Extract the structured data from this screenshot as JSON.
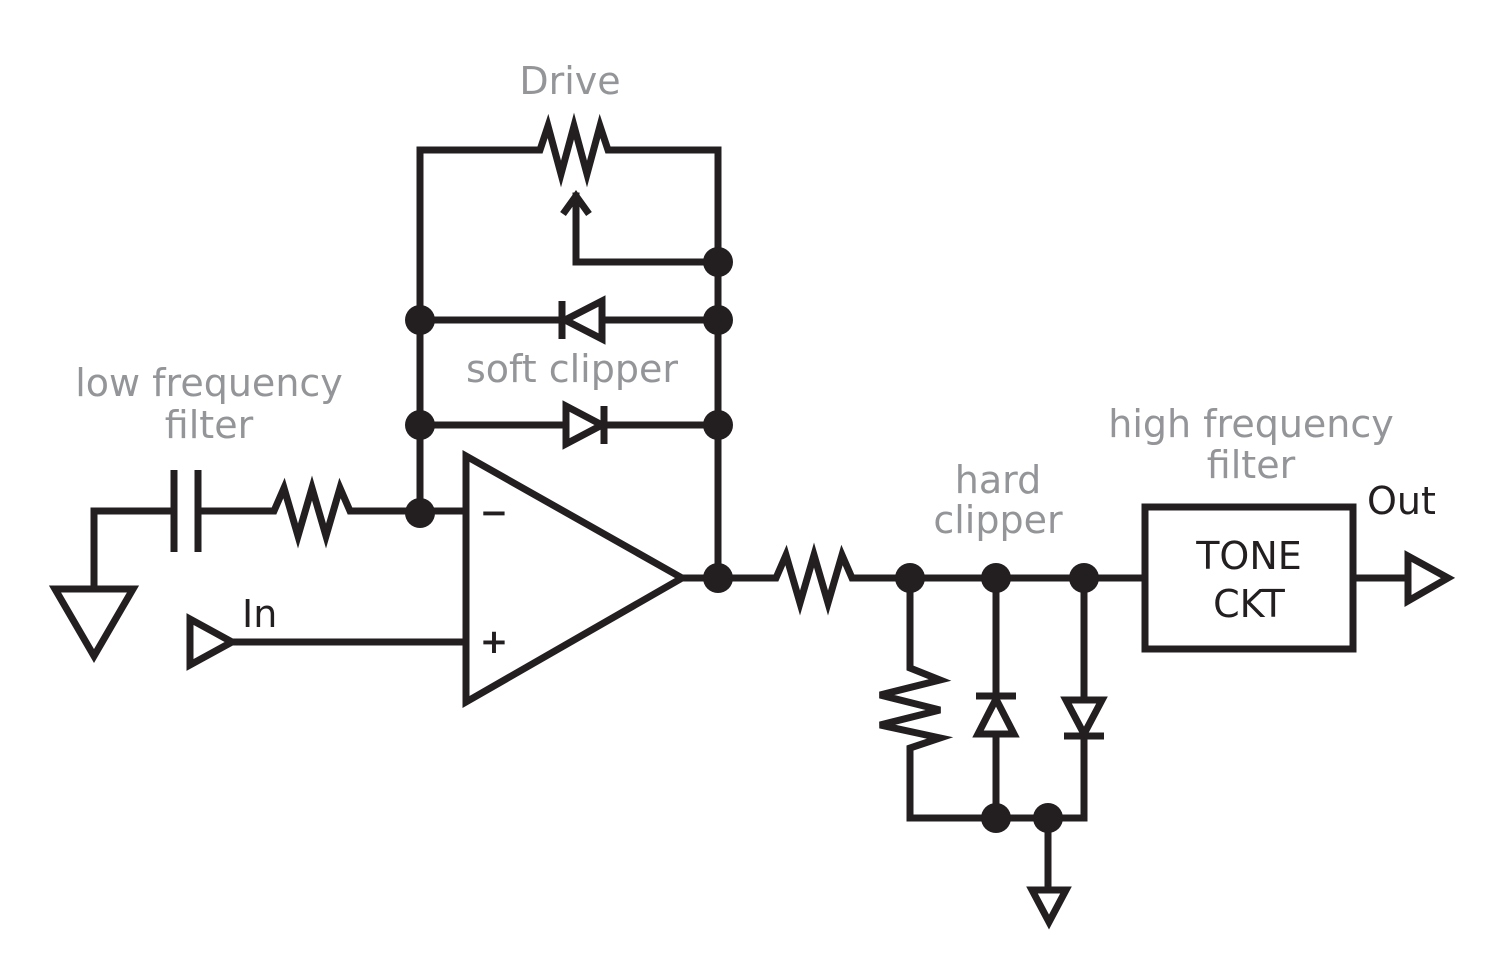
{
  "labels": {
    "drive": "Drive",
    "soft_clipper": "soft clipper",
    "low_filter_line1": "low frequency",
    "low_filter_line2": "filter",
    "high_filter_line1": "high frequency",
    "high_filter_line2": "filter",
    "hard_clipper_line1": "hard",
    "hard_clipper_line2": "clipper",
    "input": "In",
    "output": "Out",
    "tone_line1": "TONE",
    "tone_line2": "CKT",
    "opamp_minus": "−",
    "opamp_plus": "+"
  },
  "colors": {
    "ink": "#231f20",
    "annotation": "#939598",
    "background": "#ffffff"
  }
}
